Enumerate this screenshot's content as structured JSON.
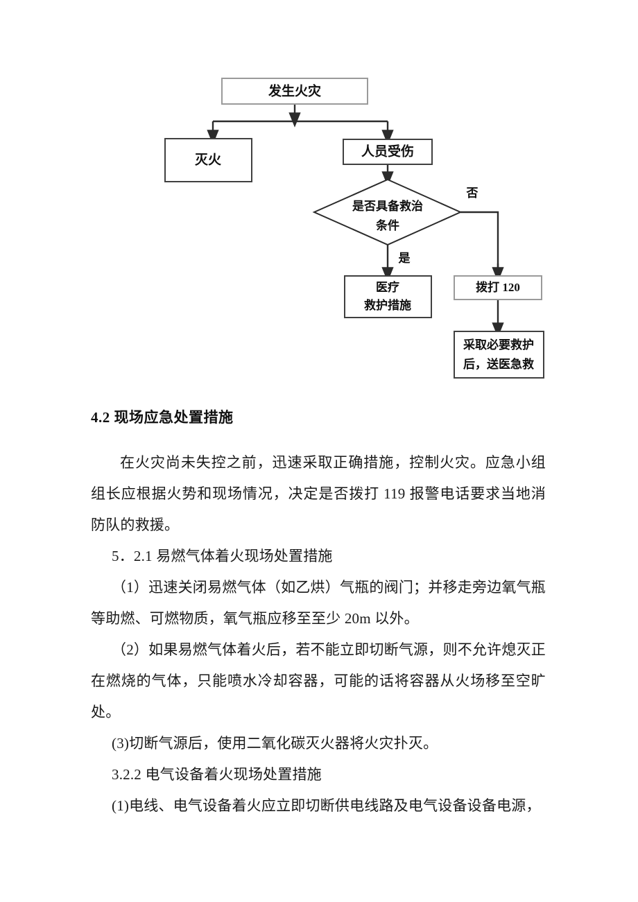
{
  "document": {
    "page_background": "#ffffff",
    "text_color": "#1a1a1a"
  },
  "flowchart": {
    "type": "process-flow",
    "title": "",
    "nodes": [
      {
        "id": "fire",
        "shape": "rect",
        "label": "发生火灾"
      },
      {
        "id": "extinguish",
        "shape": "rect",
        "label": "灭火"
      },
      {
        "id": "injured",
        "shape": "rect",
        "label": "人员受伤"
      },
      {
        "id": "decision",
        "shape": "diamond",
        "label_line1": "是否具备救治",
        "label_line2": "条件"
      },
      {
        "id": "medical",
        "shape": "rect",
        "label_line1": "医疗",
        "label_line2": "救护措施"
      },
      {
        "id": "call120",
        "shape": "rect",
        "label": "拨打 120"
      },
      {
        "id": "transport",
        "shape": "rect",
        "label_line1": "采取必要救护",
        "label_line2": "后，送医急救"
      }
    ],
    "edges": [
      {
        "from": "fire",
        "to": "extinguish",
        "label": ""
      },
      {
        "from": "fire",
        "to": "injured",
        "label": ""
      },
      {
        "from": "injured",
        "to": "decision",
        "label": ""
      },
      {
        "from": "decision",
        "to": "medical",
        "label": "是"
      },
      {
        "from": "decision",
        "to": "call120",
        "label": "否"
      },
      {
        "from": "call120",
        "to": "transport",
        "label": ""
      }
    ],
    "edge_labels": {
      "yes": "是",
      "no": "否"
    },
    "colors": {
      "box_stroke": "#404040",
      "box_stroke_light": "#9a9a9a",
      "diamond_stroke": "#2b2b2b",
      "connector": "#2b2b2b",
      "fill": "#ffffff"
    }
  },
  "content": {
    "section_heading": "4.2  现场应急处置措施",
    "paragraphs": [
      "在火灾尚未失控之前，迅速采取正确措施，控制火灾。应急小组组长应根据火势和现场情况，决定是否拨打 119 报警电话要求当地消防队的救援。",
      "5．2.1 易燃气体着火现场处置措施",
      "（1）迅速关闭易燃气体（如乙烘）气瓶的阀门；并移走旁边氧气瓶等助燃、可燃物质，氧气瓶应移至至少 20m 以外。",
      "（2）如果易燃气体着火后，若不能立即切断气源，则不允许熄灭正在燃烧的气体，只能喷水冷却容器，可能的话将容器从火场移至空旷处。",
      "(3)切断气源后，使用二氧化碳灭火器将火灾扑灭。",
      "3.2.2 电气设备着火现场处置措施",
      "(1)电线、电气设备着火应立即切断供电线路及电气设备设备电源，"
    ]
  }
}
